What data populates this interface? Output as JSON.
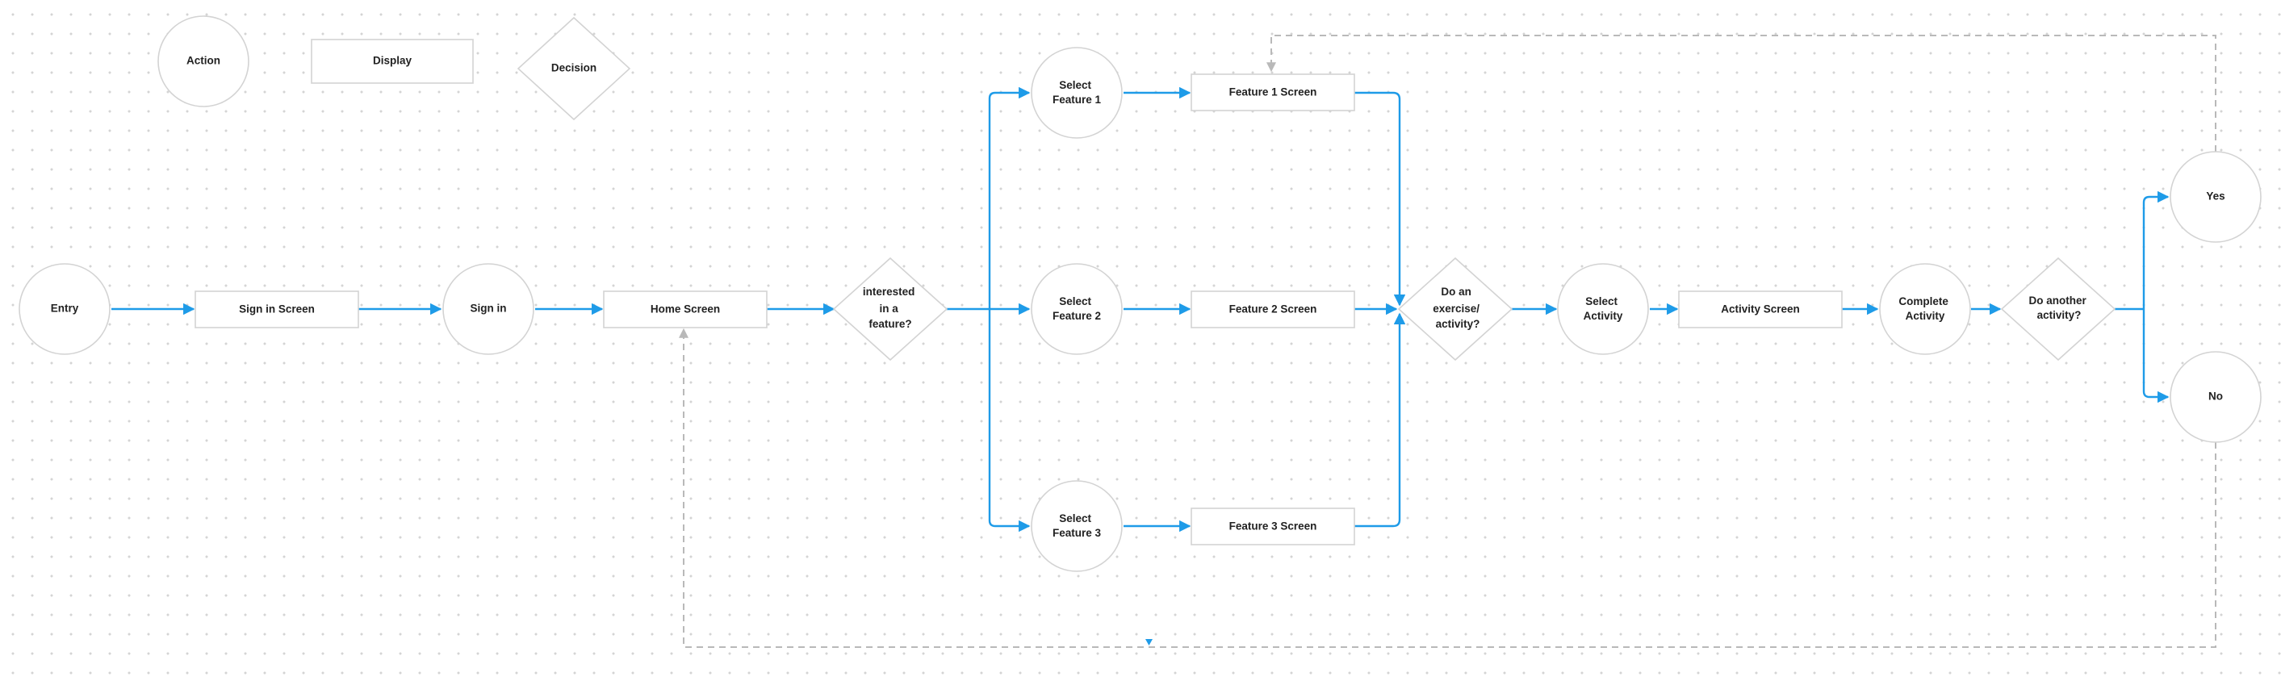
{
  "colors": {
    "edge": "#1e9be8",
    "return_edge": "#b9b9b9",
    "node_fill": "#ffffff",
    "node_stroke": "#d3d3d3",
    "text": "#222222"
  },
  "legend": {
    "action": "Action",
    "display": "Display",
    "decision": "Decision"
  },
  "nodes": {
    "entry": "Entry",
    "sign_in_screen": "Sign in Screen",
    "sign_in": "Sign in",
    "home_screen": "Home Screen",
    "interested": [
      "interested",
      "in a",
      "feature?"
    ],
    "select_feature_1": [
      "Select",
      "Feature 1"
    ],
    "select_feature_2": [
      "Select",
      "Feature 2"
    ],
    "select_feature_3": [
      "Select",
      "Feature 3"
    ],
    "feature_1_screen": "Feature 1 Screen",
    "feature_2_screen": "Feature 2 Screen",
    "feature_3_screen": "Feature 3 Screen",
    "do_exercise": [
      "Do an",
      "exercise/",
      "activity?"
    ],
    "select_activity": [
      "Select",
      "Activity"
    ],
    "activity_screen": "Activity Screen",
    "complete_activity": [
      "Complete",
      "Activity"
    ],
    "do_another": [
      "Do another",
      "activity?"
    ],
    "yes": "Yes",
    "no": "No"
  }
}
